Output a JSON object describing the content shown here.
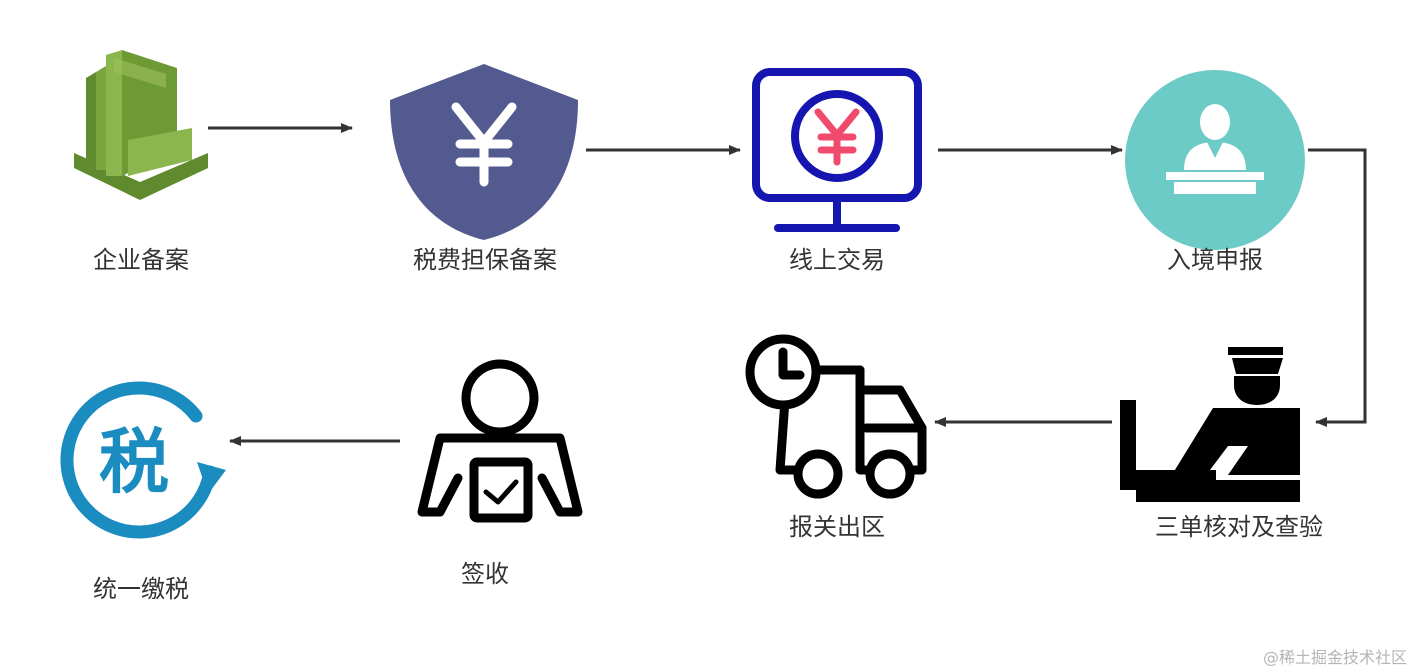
{
  "steps": [
    {
      "label": "企业备案",
      "icon": "building-icon"
    },
    {
      "label": "税费担保备案",
      "icon": "yen-shield-icon"
    },
    {
      "label": "线上交易",
      "icon": "yen-monitor-icon"
    },
    {
      "label": "入境申报",
      "icon": "officer-desk-icon"
    },
    {
      "label": "三单核对及查验",
      "icon": "customs-officer-icon"
    },
    {
      "label": "报关出区",
      "icon": "delivery-truck-icon"
    },
    {
      "label": "签收",
      "icon": "person-sign-icon"
    },
    {
      "label": "统一缴税",
      "icon": "tax-cycle-icon"
    }
  ],
  "watermark": "@稀土掘金技术社区",
  "colors": {
    "building": "#7aa63f",
    "shield": "#525a8f",
    "monitor": "#1515b0",
    "yen_pink": "#f04a6c",
    "teal": "#6ccbc6",
    "tax_blue": "#1a8cbf",
    "arrow": "#333333"
  }
}
